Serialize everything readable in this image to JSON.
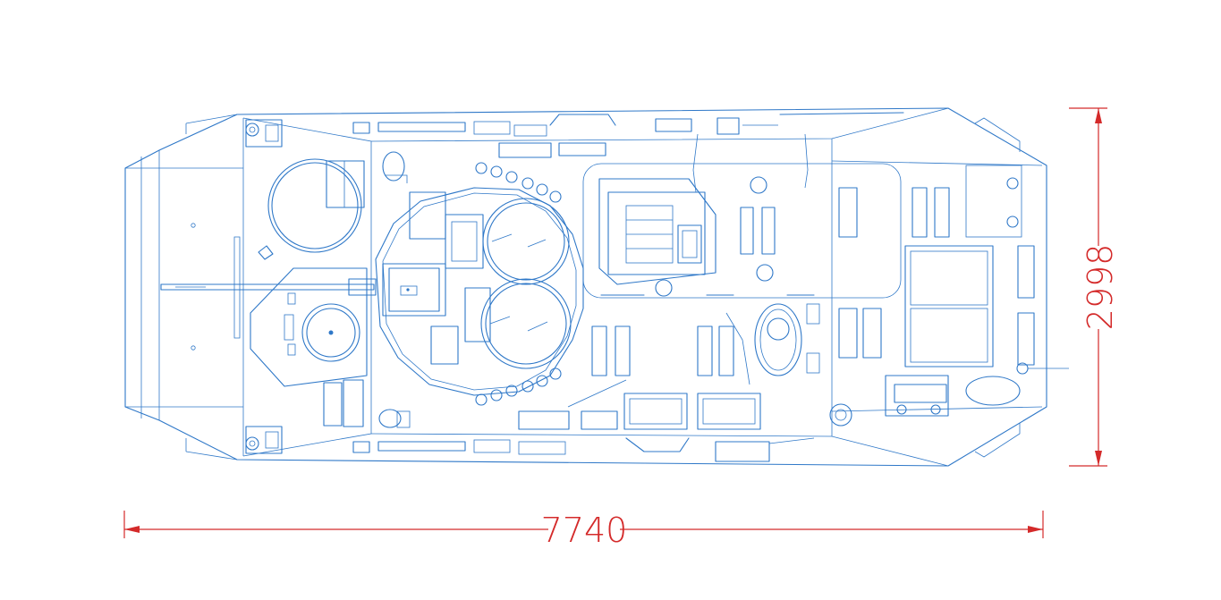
{
  "dimensions": {
    "length_label": "7740",
    "width_label": "2998"
  },
  "colors": {
    "linework": "#2f78c8",
    "dimension": "#d42a2a",
    "background": "#ffffff"
  },
  "icons": {
    "vehicle": "armored-vehicle-top-view-blueprint"
  }
}
